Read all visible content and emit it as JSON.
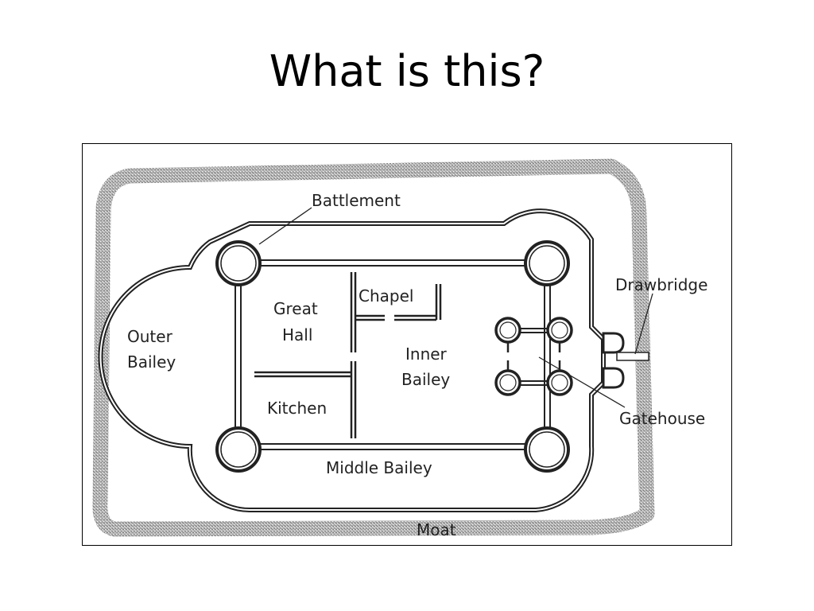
{
  "slide": {
    "title": "What is this?"
  },
  "diagram": {
    "labels": {
      "battlement": "Battlement",
      "chapel": "Chapel",
      "great_hall_1": "Great",
      "great_hall_2": "Hall",
      "outer_bailey_1": "Outer",
      "outer_bailey_2": "Bailey",
      "inner_bailey_1": "Inner",
      "inner_bailey_2": "Bailey",
      "kitchen": "Kitchen",
      "middle_bailey": "Middle Bailey",
      "moat": "Moat",
      "drawbridge": "Drawbridge",
      "gatehouse": "Gatehouse"
    },
    "colors": {
      "moat": "#a8a8a8",
      "walls": "#222222",
      "background": "#ffffff"
    }
  }
}
